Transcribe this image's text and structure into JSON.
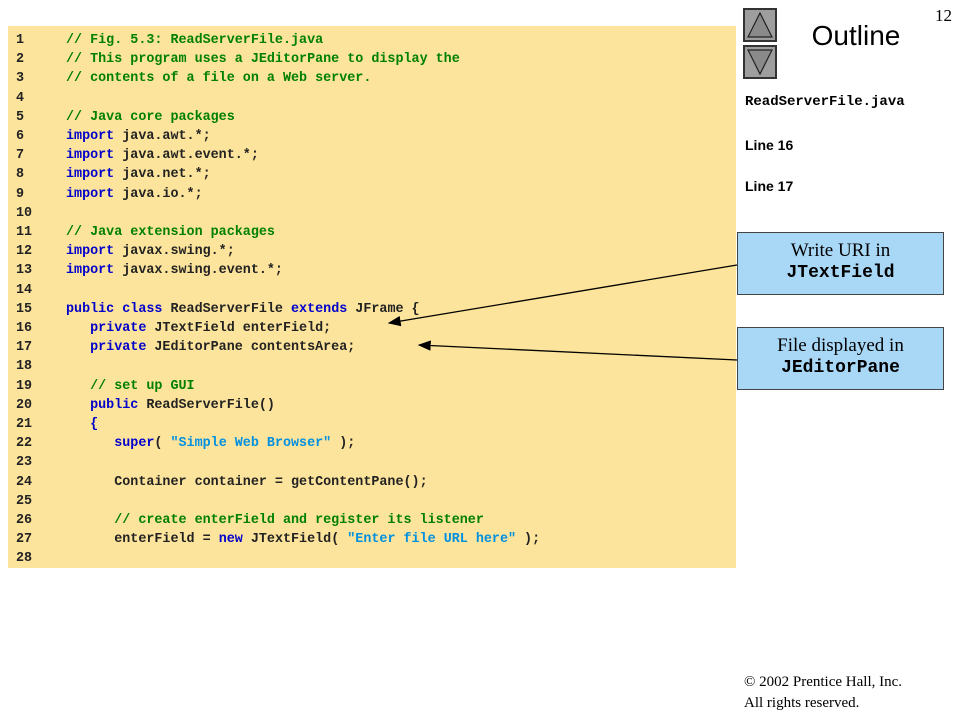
{
  "slide": {
    "page_number": "12",
    "outline_title": "Outline",
    "file_name": "ReadServerFile.java",
    "line_refs": [
      "Line 16",
      "Line 17"
    ],
    "callouts": [
      {
        "text": "Write URI in",
        "code": "JTextField"
      },
      {
        "text": "File displayed in",
        "code": "JEditorPane"
      }
    ],
    "footer": {
      "copyright": "© 2002 Prentice Hall, Inc.",
      "rights": "All rights reserved."
    },
    "colors": {
      "code_background": "#fde49c",
      "comment": "#008000",
      "keyword": "#0000cc",
      "string": "#0090e0",
      "callout": "#a9d7f6",
      "nav_button": "#9e9e9e"
    },
    "nav_icons": [
      "up-triangle-icon",
      "down-triangle-icon"
    ]
  },
  "code_lines": [
    {
      "n": "1",
      "tokens": [
        {
          "t": "// Fig. 5.3: ReadServerFile.java",
          "k": "comment"
        }
      ]
    },
    {
      "n": "2",
      "tokens": [
        {
          "t": "// This program uses a JEditorPane to display the",
          "k": "comment"
        }
      ]
    },
    {
      "n": "3",
      "tokens": [
        {
          "t": "// contents of a file on a Web server.",
          "k": "comment"
        }
      ]
    },
    {
      "n": "4",
      "tokens": []
    },
    {
      "n": "5",
      "tokens": [
        {
          "t": "// Java core packages",
          "k": "comment"
        }
      ]
    },
    {
      "n": "6",
      "tokens": [
        {
          "t": "import",
          "k": "keyword"
        },
        {
          "t": " java.awt.*;",
          "k": "plain"
        }
      ]
    },
    {
      "n": "7",
      "tokens": [
        {
          "t": "import",
          "k": "keyword"
        },
        {
          "t": " java.awt.event.*;",
          "k": "plain"
        }
      ]
    },
    {
      "n": "8",
      "tokens": [
        {
          "t": "import",
          "k": "keyword"
        },
        {
          "t": " java.net.*;",
          "k": "plain"
        }
      ]
    },
    {
      "n": "9",
      "tokens": [
        {
          "t": "import",
          "k": "keyword"
        },
        {
          "t": " java.io.*;",
          "k": "plain"
        }
      ]
    },
    {
      "n": "10",
      "tokens": []
    },
    {
      "n": "11",
      "tokens": [
        {
          "t": "// Java extension packages",
          "k": "comment"
        }
      ]
    },
    {
      "n": "12",
      "tokens": [
        {
          "t": "import",
          "k": "keyword"
        },
        {
          "t": " javax.swing.*;",
          "k": "plain"
        }
      ]
    },
    {
      "n": "13",
      "tokens": [
        {
          "t": "import",
          "k": "keyword"
        },
        {
          "t": " javax.swing.event.*;",
          "k": "plain"
        }
      ]
    },
    {
      "n": "14",
      "tokens": []
    },
    {
      "n": "15",
      "tokens": [
        {
          "t": "public class",
          "k": "keyword"
        },
        {
          "t": " ReadServerFile ",
          "k": "plain"
        },
        {
          "t": "extends",
          "k": "keyword"
        },
        {
          "t": " JFrame {",
          "k": "plain"
        }
      ]
    },
    {
      "n": "16",
      "tokens": [
        {
          "t": "   ",
          "k": "plain"
        },
        {
          "t": "private",
          "k": "keyword"
        },
        {
          "t": " JTextField enterField;",
          "k": "plain"
        }
      ]
    },
    {
      "n": "17",
      "tokens": [
        {
          "t": "   ",
          "k": "plain"
        },
        {
          "t": "private",
          "k": "keyword"
        },
        {
          "t": " JEditorPane contentsArea;",
          "k": "plain"
        }
      ]
    },
    {
      "n": "18",
      "tokens": []
    },
    {
      "n": "19",
      "tokens": [
        {
          "t": "   // set up GUI",
          "k": "comment"
        }
      ]
    },
    {
      "n": "20",
      "tokens": [
        {
          "t": "   ",
          "k": "plain"
        },
        {
          "t": "public",
          "k": "keyword"
        },
        {
          "t": " ReadServerFile()",
          "k": "plain"
        }
      ]
    },
    {
      "n": "21",
      "tokens": [
        {
          "t": "   {",
          "k": "keyword"
        }
      ]
    },
    {
      "n": "22",
      "tokens": [
        {
          "t": "      ",
          "k": "plain"
        },
        {
          "t": "super",
          "k": "keyword"
        },
        {
          "t": "( ",
          "k": "plain"
        },
        {
          "t": "\"Simple Web Browser\"",
          "k": "string"
        },
        {
          "t": " );",
          "k": "plain"
        }
      ]
    },
    {
      "n": "23",
      "tokens": []
    },
    {
      "n": "24",
      "tokens": [
        {
          "t": "      Container container = getContentPane();",
          "k": "plain"
        }
      ]
    },
    {
      "n": "25",
      "tokens": []
    },
    {
      "n": "26",
      "tokens": [
        {
          "t": "      // create enterField and register its listener",
          "k": "comment"
        }
      ]
    },
    {
      "n": "27",
      "tokens": [
        {
          "t": "      enterField = ",
          "k": "plain"
        },
        {
          "t": "new",
          "k": "keyword"
        },
        {
          "t": " JTextField( ",
          "k": "plain"
        },
        {
          "t": "\"Enter file URL here\"",
          "k": "string"
        },
        {
          "t": " );",
          "k": "plain"
        }
      ]
    },
    {
      "n": "28",
      "tokens": []
    }
  ]
}
